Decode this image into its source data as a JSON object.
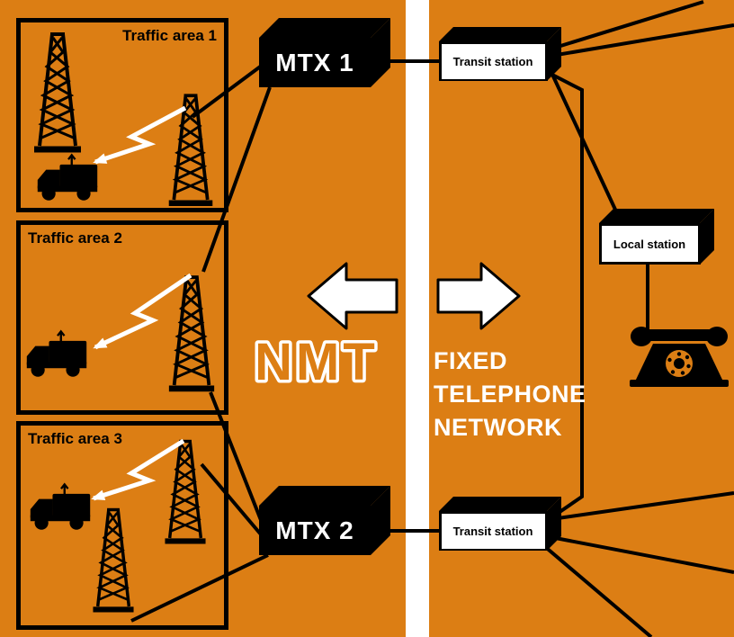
{
  "colors": {
    "background": "#DC7E14",
    "line": "#000000",
    "divider": "#FFFFFF",
    "text_light": "#FFFFFF",
    "text_dark": "#000000"
  },
  "traffic_areas": [
    {
      "label": "Traffic area 1"
    },
    {
      "label": "Traffic area 2"
    },
    {
      "label": "Traffic area 3"
    }
  ],
  "mtx": [
    {
      "label": "MTX 1"
    },
    {
      "label": "MTX 2"
    }
  ],
  "stations": {
    "transit_top": {
      "label": "Transit station"
    },
    "transit_bottom": {
      "label": "Transit station"
    },
    "local": {
      "label": "Local station"
    }
  },
  "center": {
    "nmt_label": "NMT",
    "fixed_lines": [
      "FIXED",
      "TELEPHONE",
      "NETWORK"
    ]
  },
  "icons": {
    "tower": "radio-tower-icon",
    "truck": "mobile-unit-truck-icon",
    "lightning": "radio-link-arrow-icon",
    "phone": "telephone-icon",
    "arrow_left": "left-arrow-icon",
    "arrow_right": "right-arrow-icon"
  }
}
